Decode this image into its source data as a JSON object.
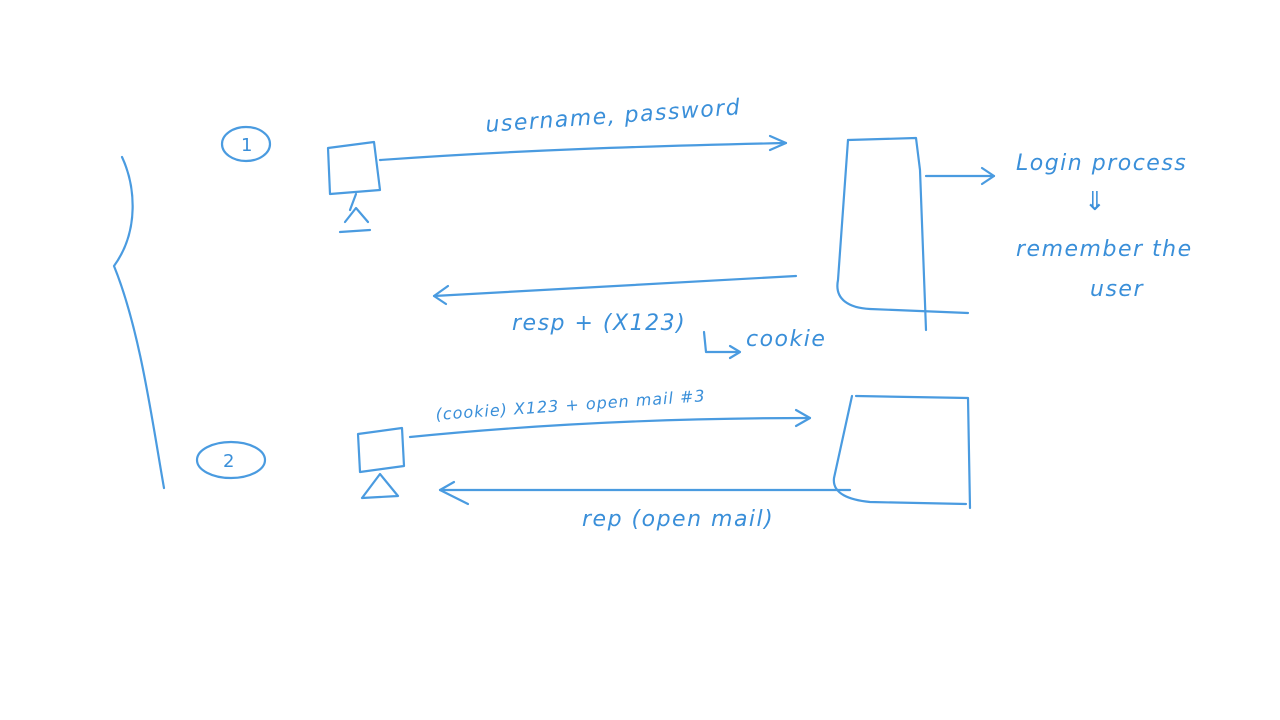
{
  "colors": {
    "ink": "#4a9be0",
    "background": "#ffffff"
  },
  "labels": {
    "step1": "1",
    "step2": "2",
    "username_password": "username, password",
    "login_process": "Login process",
    "arrow_down": "⇓",
    "remember_user_line1": "remember the",
    "remember_user_line2": "user",
    "resp_x123": "resp + (X123)",
    "cookie": "cookie",
    "cookie_request": "(cookie) X123 + open mail #3",
    "response_open_mail": "rep (open mail)"
  }
}
